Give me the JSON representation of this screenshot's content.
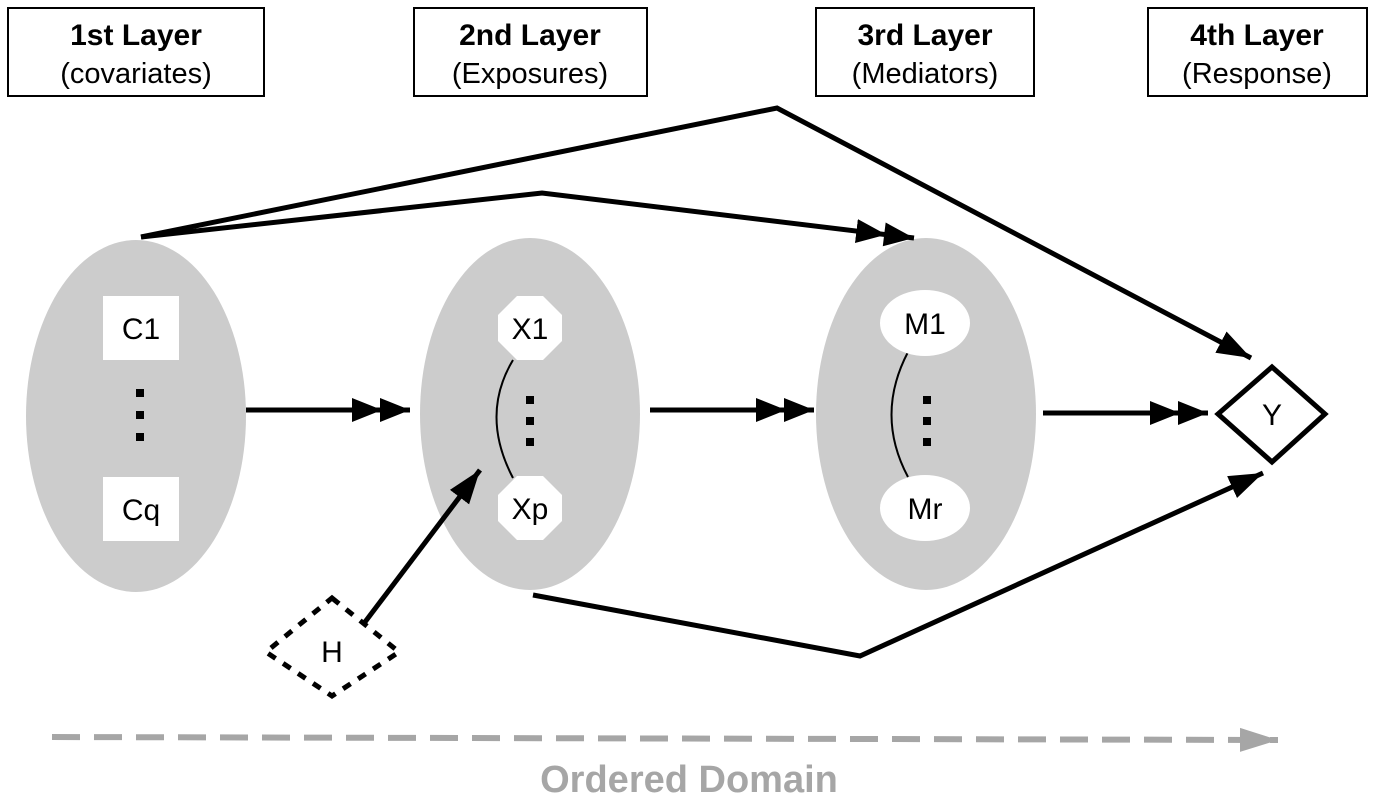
{
  "layers": [
    {
      "title": "1st Layer",
      "subtitle": "(covariates)"
    },
    {
      "title": "2nd Layer",
      "subtitle": "(Exposures)"
    },
    {
      "title": "3rd Layer",
      "subtitle": "(Mediators)"
    },
    {
      "title": "4th Layer",
      "subtitle": "(Response)"
    }
  ],
  "nodes": {
    "c1": "C1",
    "cq": "Cq",
    "x1": "X1",
    "xp": "Xp",
    "m1": "M1",
    "mr": "Mr",
    "y": "Y",
    "h": "H"
  },
  "domain_label": "Ordered Domain",
  "colors": {
    "group_fill": "#cccccc",
    "domain_arrow": "#a6a6a6",
    "line": "#000000"
  }
}
